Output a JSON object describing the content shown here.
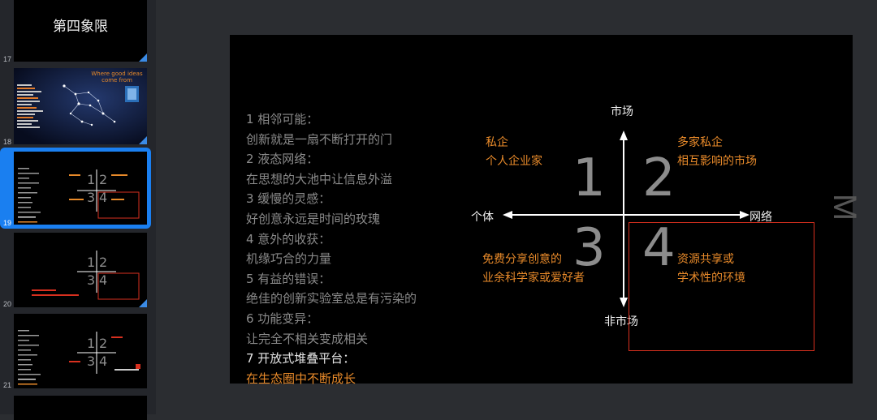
{
  "sidebar": {
    "slides": [
      {
        "number": "17",
        "title": "第四象限"
      },
      {
        "number": "18",
        "title": "Where good ideas come from"
      },
      {
        "number": "19"
      },
      {
        "number": "20"
      },
      {
        "number": "21"
      }
    ]
  },
  "slide": {
    "list": [
      "1 相邻可能：",
      "创新就是一扇不断打开的门",
      "2 液态网络：",
      "在思想的大池中让信息外溢",
      "3 缓慢的灵感：",
      "好创意永远是时间的玫瑰",
      "4 意外的收获：",
      "机缘巧合的力量",
      "5 有益的错误：",
      "绝佳的创新实验室总是有污染的",
      "6 功能变异：",
      "让完全不相关变成相关",
      "7 开放式堆叠平台：",
      "在生态圈中不断成长"
    ],
    "axes": {
      "top": "市场",
      "bottom": "非市场",
      "left": "个体",
      "right": "网络"
    },
    "quadrants": {
      "q1_num": "1",
      "q2_num": "2",
      "q3_num": "3",
      "q4_num": "4",
      "q1_line1": "私企",
      "q1_line2": "个人企业家",
      "q2_line1": "多家私企",
      "q2_line2": "相互影响的市场",
      "q3_line1": "免费分享创意的",
      "q3_line2": "业余科学家或爱好者",
      "q4_line1": "资源共享或",
      "q4_line2": "学术性的环境"
    },
    "side_letter": "M"
  },
  "colors": {
    "accent_orange": "#e88a2a",
    "highlight_red": "#d8301f",
    "selection_blue": "#1a7ff0"
  }
}
